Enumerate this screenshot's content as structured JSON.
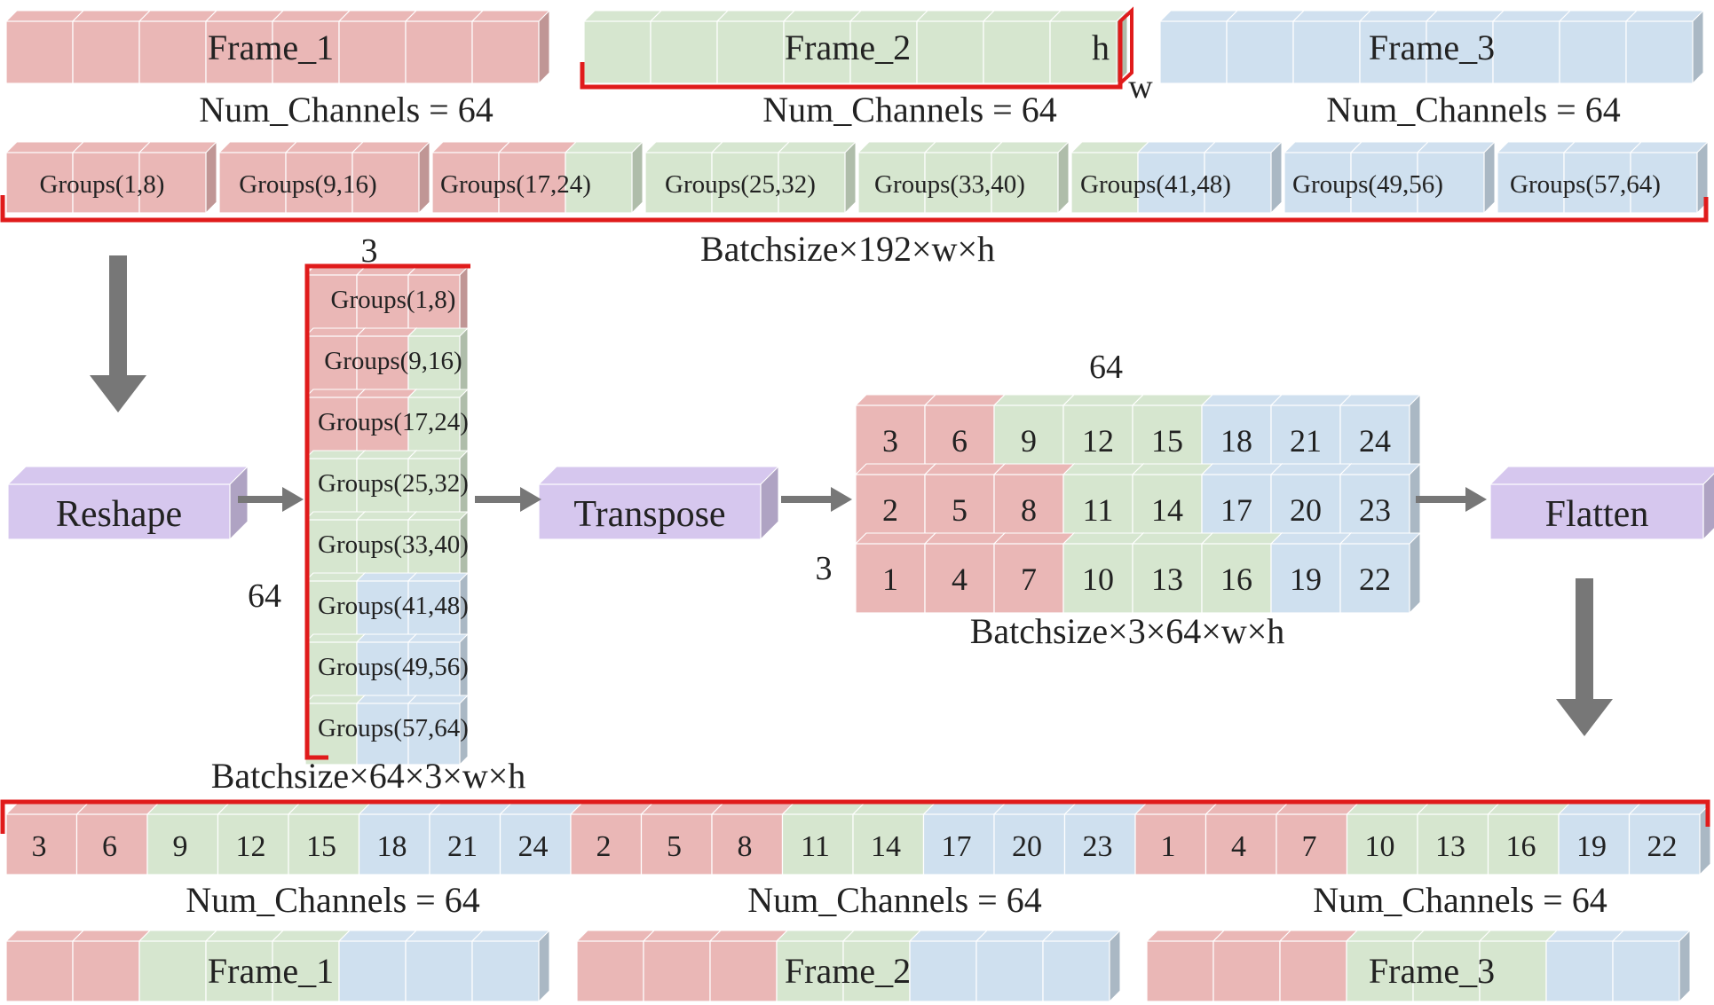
{
  "colors": {
    "red": "#eab7b6",
    "green": "#d6e6cf",
    "blue": "#cfe0ef",
    "purple": "#d6c7ee",
    "highlight": "#e01b1b",
    "arrow": "#777777"
  },
  "top_frames": [
    {
      "label": "Frame_1",
      "channels": "Num_Channels = 64"
    },
    {
      "label": "Frame_2",
      "channels": "Num_Channels = 64"
    },
    {
      "label": "Frame_3",
      "channels": "Num_Channels = 64"
    }
  ],
  "frame2_h_label": "h",
  "frame2_w_label": "w",
  "groups": [
    "Groups(1,8)",
    "Groups(9,16)",
    "Groups(17,24)",
    "Groups(25,32)",
    "Groups(33,40)",
    "Groups(41,48)",
    "Groups(49,56)",
    "Groups(57,64)"
  ],
  "row_shape_label": "Batchsize×192×w×h",
  "ops": {
    "reshape": "Reshape",
    "transpose": "Transpose",
    "flatten": "Flatten"
  },
  "reshape_block": {
    "top_dim": "3",
    "side_dim": "64",
    "shape": "Batchsize×64×3×w×h"
  },
  "transpose_block": {
    "top_dim": "64",
    "side_dim": "3",
    "shape": "Batchsize×3×64×w×h",
    "rows": [
      [
        "3",
        "6",
        "9",
        "12",
        "15",
        "18",
        "21",
        "24"
      ],
      [
        "2",
        "5",
        "8",
        "11",
        "14",
        "17",
        "20",
        "23"
      ],
      [
        "1",
        "4",
        "7",
        "10",
        "13",
        "16",
        "19",
        "22"
      ]
    ]
  },
  "flat_row": [
    "3",
    "6",
    "9",
    "12",
    "15",
    "18",
    "21",
    "24",
    "2",
    "5",
    "8",
    "11",
    "14",
    "17",
    "20",
    "23",
    "1",
    "4",
    "7",
    "10",
    "13",
    "16",
    "19",
    "22"
  ],
  "bottom_frames": [
    {
      "label": "Frame_1",
      "channels": "Num_Channels = 64"
    },
    {
      "label": "Frame_2",
      "channels": "Num_Channels = 64"
    },
    {
      "label": "Frame_3",
      "channels": "Num_Channels = 64"
    }
  ]
}
